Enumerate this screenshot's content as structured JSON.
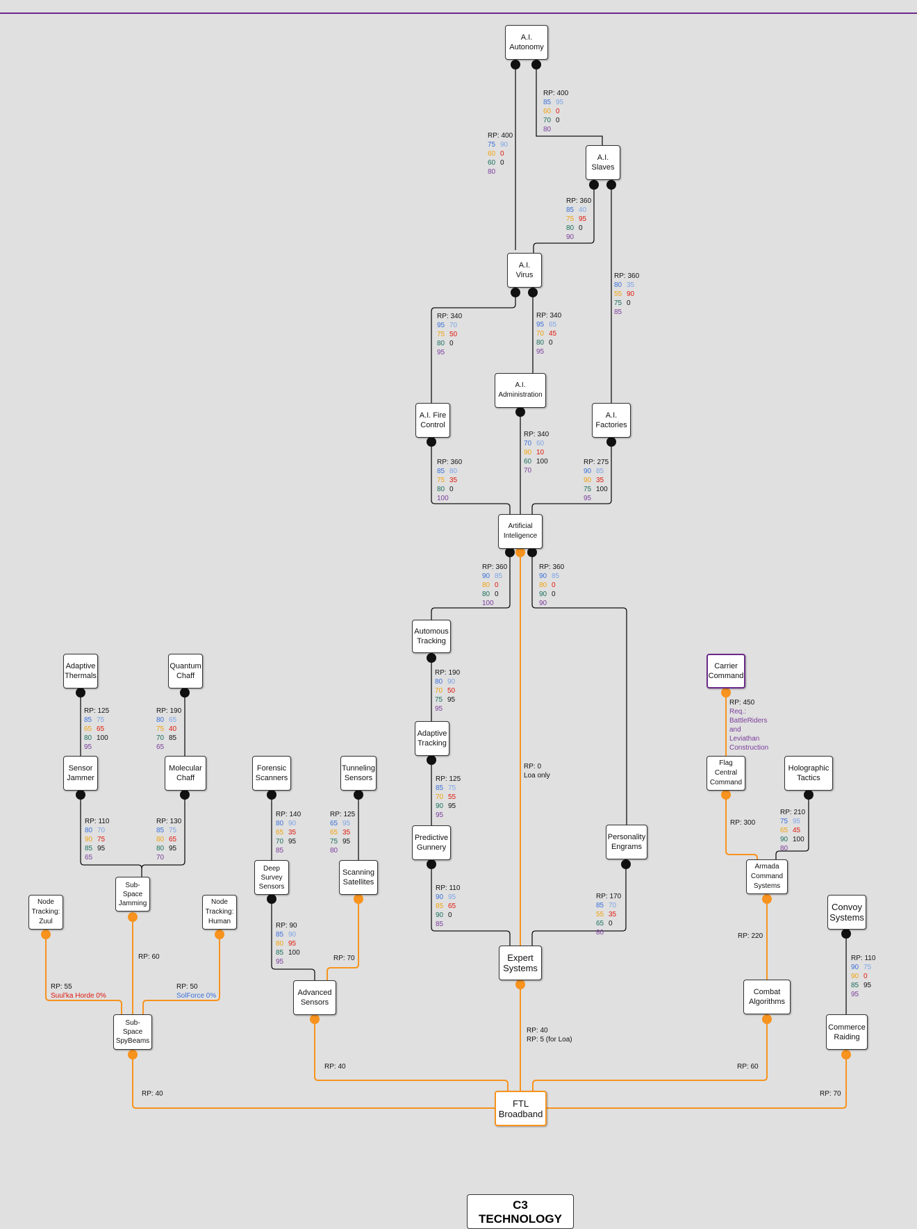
{
  "title": "C3\nTECHNOLOGY",
  "colors": {
    "orange": "#f7931e",
    "black": "#111111",
    "purple": "#6a2a8a"
  },
  "nodes": {
    "ai_autonomy": "A.I.\nAutonomy",
    "ai_slaves": "A.I.\nSlaves",
    "ai_virus": "A.I.\nVirus",
    "ai_fire_control": "A.I. Fire\nControl",
    "ai_administration": "A.I.\nAdministration",
    "ai_factories": "A.I.\nFactories",
    "artificial_inteligence": "Artificial\nInteligence",
    "automous_tracking": "Automous\nTracking",
    "adaptive_tracking": "Adaptive\nTracking",
    "predictive_gunnery": "Predictive\nGunnery",
    "personality_engrams": "Personality\nEngrams",
    "expert_systems": "Expert\nSystems",
    "adaptive_thermals": "Adaptive\nThermals",
    "quantum_chaff": "Quantum\nChaff",
    "sensor_jammer": "Sensor\nJammer",
    "molecular_chaff": "Molecular\nChaff",
    "sub_space_jamming": "Sub-\nSpace\nJamming",
    "node_tracking_zuul": "Node\nTracking:\nZuul",
    "node_tracking_human": "Node\nTracking:\nHuman",
    "sub_space_spybeams": "Sub-\nSpace\nSpyBeams",
    "forensic_scanners": "Forensic\nScanners",
    "tunneling_sensors": "Tunneling\nSensors",
    "deep_survey_sensors": "Deep\nSurvey\nSensors",
    "scanning_satellites": "Scanning\nSatellites",
    "advanced_sensors": "Advanced\nSensors",
    "carrier_command": "Carrier\nCommand",
    "flag_central_command": "Flag\nCentral\nCommand",
    "holographic_tactics": "Holographic\nTactics",
    "armada_command_systems": "Armada\nCommand\nSystems",
    "convoy_systems": "Convoy\nSystems",
    "combat_algorithms": "Combat\nAlgorithms",
    "commerce_raiding": "Commerce\nRaiding",
    "ftl_broadband": "FTL\nBroadband"
  },
  "costs": {
    "autonomy_to_virus": {
      "rp": "RP: 400",
      "rows": [
        [
          "75",
          "90"
        ],
        [
          "60",
          "0"
        ],
        [
          "60",
          "0"
        ],
        [
          "80"
        ]
      ]
    },
    "autonomy_to_slaves": {
      "rp": "RP: 400",
      "rows": [
        [
          "85",
          "95"
        ],
        [
          "60",
          "0"
        ],
        [
          "70",
          "0"
        ],
        [
          "80"
        ]
      ]
    },
    "slaves_to_virus": {
      "rp": "RP: 360",
      "rows": [
        [
          "85",
          "40"
        ],
        [
          "75",
          "95"
        ],
        [
          "80",
          "0"
        ],
        [
          "90"
        ]
      ]
    },
    "slaves_to_factories": {
      "rp": "RP: 360",
      "rows": [
        [
          "80",
          "35"
        ],
        [
          "55",
          "90"
        ],
        [
          "75",
          "0"
        ],
        [
          "85"
        ]
      ]
    },
    "virus_to_fire_control": {
      "rp": "RP: 340",
      "rows": [
        [
          "95",
          "70"
        ],
        [
          "75",
          "50"
        ],
        [
          "80",
          "0"
        ],
        [
          "95"
        ]
      ]
    },
    "virus_to_administration": {
      "rp": "RP: 340",
      "rows": [
        [
          "95",
          "65"
        ],
        [
          "70",
          "45"
        ],
        [
          "80",
          "0"
        ],
        [
          "95"
        ]
      ]
    },
    "fire_control_to_ai": {
      "rp": "RP: 360",
      "rows": [
        [
          "85",
          "80"
        ],
        [
          "75",
          "35"
        ],
        [
          "80",
          "0"
        ],
        [
          "100"
        ]
      ]
    },
    "administration_to_ai": {
      "rp": "RP: 340",
      "rows": [
        [
          "70",
          "60"
        ],
        [
          "90",
          "10"
        ],
        [
          "60",
          "100"
        ],
        [
          "70"
        ]
      ]
    },
    "factories_to_ai": {
      "rp": "RP: 275",
      "rows": [
        [
          "90",
          "85"
        ],
        [
          "90",
          "35"
        ],
        [
          "75",
          "100"
        ],
        [
          "95"
        ]
      ]
    },
    "ai_to_automous": {
      "rp": "RP: 360",
      "rows": [
        [
          "90",
          "85"
        ],
        [
          "80",
          "0"
        ],
        [
          "80",
          "0"
        ],
        [
          "100"
        ]
      ]
    },
    "ai_to_personality": {
      "rp": "RP: 360",
      "rows": [
        [
          "90",
          "85"
        ],
        [
          "80",
          "0"
        ],
        [
          "90",
          "0"
        ],
        [
          "90"
        ]
      ]
    },
    "automous_to_adaptive": {
      "rp": "RP: 190",
      "rows": [
        [
          "80",
          "90"
        ],
        [
          "70",
          "50"
        ],
        [
          "75",
          "95"
        ],
        [
          "95"
        ]
      ]
    },
    "adaptive_to_predictive": {
      "rp": "RP: 125",
      "rows": [
        [
          "85",
          "75"
        ],
        [
          "70",
          "55"
        ],
        [
          "90",
          "95"
        ],
        [
          "95"
        ]
      ]
    },
    "predictive_to_expert": {
      "rp": "RP: 110",
      "rows": [
        [
          "90",
          "95"
        ],
        [
          "85",
          "65"
        ],
        [
          "90",
          "0"
        ],
        [
          "85"
        ]
      ]
    },
    "personality_to_expert": {
      "rp": "RP: 170",
      "rows": [
        [
          "85",
          "70"
        ],
        [
          "55",
          "35"
        ],
        [
          "65",
          "0"
        ],
        [
          "80"
        ]
      ]
    },
    "thermals_to_jammer": {
      "rp": "RP: 125",
      "rows": [
        [
          "85",
          "75"
        ],
        [
          "65",
          "65"
        ],
        [
          "80",
          "100"
        ],
        [
          "95"
        ]
      ]
    },
    "quantum_to_molecular": {
      "rp": "RP: 190",
      "rows": [
        [
          "80",
          "65"
        ],
        [
          "75",
          "40"
        ],
        [
          "70",
          "85"
        ],
        [
          "65"
        ]
      ]
    },
    "jammer_to_jamming": {
      "rp": "RP: 110",
      "rows": [
        [
          "80",
          "70"
        ],
        [
          "90",
          "75"
        ],
        [
          "85",
          "95"
        ],
        [
          "65"
        ]
      ]
    },
    "molecular_to_jamming": {
      "rp": "RP: 130",
      "rows": [
        [
          "85",
          "75"
        ],
        [
          "80",
          "65"
        ],
        [
          "80",
          "95"
        ],
        [
          "70"
        ]
      ]
    },
    "forensic_to_deep": {
      "rp": "RP: 140",
      "rows": [
        [
          "80",
          "90"
        ],
        [
          "65",
          "35"
        ],
        [
          "70",
          "95"
        ],
        [
          "85"
        ]
      ]
    },
    "tunneling_to_scanning": {
      "rp": "RP: 125",
      "rows": [
        [
          "65",
          "95"
        ],
        [
          "65",
          "35"
        ],
        [
          "75",
          "95"
        ],
        [
          "80"
        ]
      ]
    },
    "deep_to_advanced": {
      "rp": "RP: 90",
      "rows": [
        [
          "85",
          "90"
        ],
        [
          "80",
          "95"
        ],
        [
          "85",
          "100"
        ],
        [
          "95"
        ]
      ]
    },
    "holographic_to_armada": {
      "rp": "RP: 210",
      "rows": [
        [
          "75",
          "95"
        ],
        [
          "65",
          "45"
        ],
        [
          "90",
          "100"
        ],
        [
          "80"
        ]
      ]
    },
    "convoy_to_commerce": {
      "rp": "RP: 110",
      "rows": [
        [
          "90",
          "75"
        ],
        [
          "90",
          "0"
        ],
        [
          "85",
          "95"
        ],
        [
          "95"
        ]
      ]
    },
    "carrier_to_flag": {
      "rp": "RP: 450",
      "req": "Req.:\nBattleRiders\nand\nLeviathan\nConstruction"
    }
  },
  "rp_labels": {
    "ai_to_ftl": "RP: 0",
    "ai_to_ftl_note": "Loa only",
    "flag_to_armada": "RP: 300",
    "jamming_to_spybeams": "RP: 60",
    "zuul_to_spybeams": "RP: 55",
    "zuul_note": "Suul'ka Horde 0%",
    "human_to_spybeams": "RP: 50",
    "human_note": "SolForce 0%",
    "scanning_to_advanced": "RP: 70",
    "armada_to_combat": "RP: 220",
    "expert_to_ftl": "RP: 40",
    "expert_to_ftl_loa": "RP: 5 (for Loa)",
    "advanced_to_ftl": "RP: 40",
    "combat_to_ftl": "RP: 60",
    "spybeams_to_ftl": "RP: 40",
    "commerce_to_ftl": "RP: 70"
  }
}
